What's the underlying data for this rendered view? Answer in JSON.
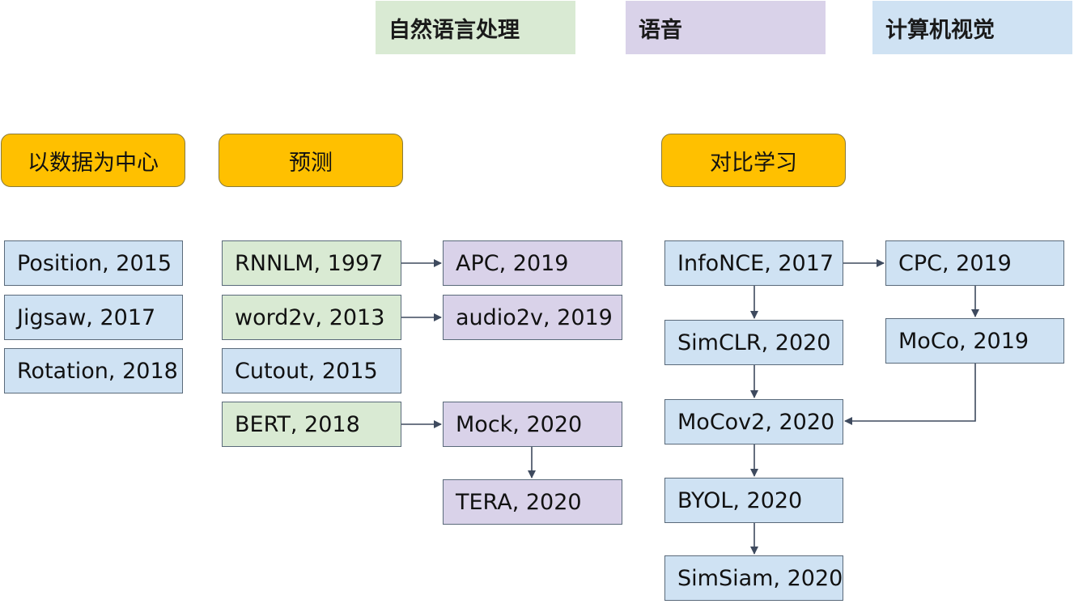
{
  "colors": {
    "nlp": "#d9ead3",
    "speech": "#d9d2e9",
    "cv": "#cfe2f3",
    "header": "#ffc000",
    "arrow": "#3e4a5e"
  },
  "legend": {
    "nlp": "自然语言处理",
    "speech": "语音",
    "cv": "计算机视觉"
  },
  "headers": {
    "data_centric": "以数据为中心",
    "prediction": "预测",
    "contrastive": "对比学习"
  },
  "nodes": {
    "position": "Position, 2015",
    "jigsaw": "Jigsaw, 2017",
    "rotation": "Rotation, 2018",
    "rnnlm": "RNNLM, 1997",
    "word2v": "word2v, 2013",
    "cutout": "Cutout, 2015",
    "bert": "BERT, 2018",
    "apc": "APC, 2019",
    "audio2v": "audio2v, 2019",
    "mock": "Mock, 2020",
    "tera": "TERA, 2020",
    "infonce": "InfoNCE, 2017",
    "simclr": "SimCLR, 2020",
    "mocov2": "MoCov2, 2020",
    "byol": "BYOL, 2020",
    "simsiam": "SimSiam, 2020",
    "cpc": "CPC, 2019",
    "moco": "MoCo, 2019"
  }
}
